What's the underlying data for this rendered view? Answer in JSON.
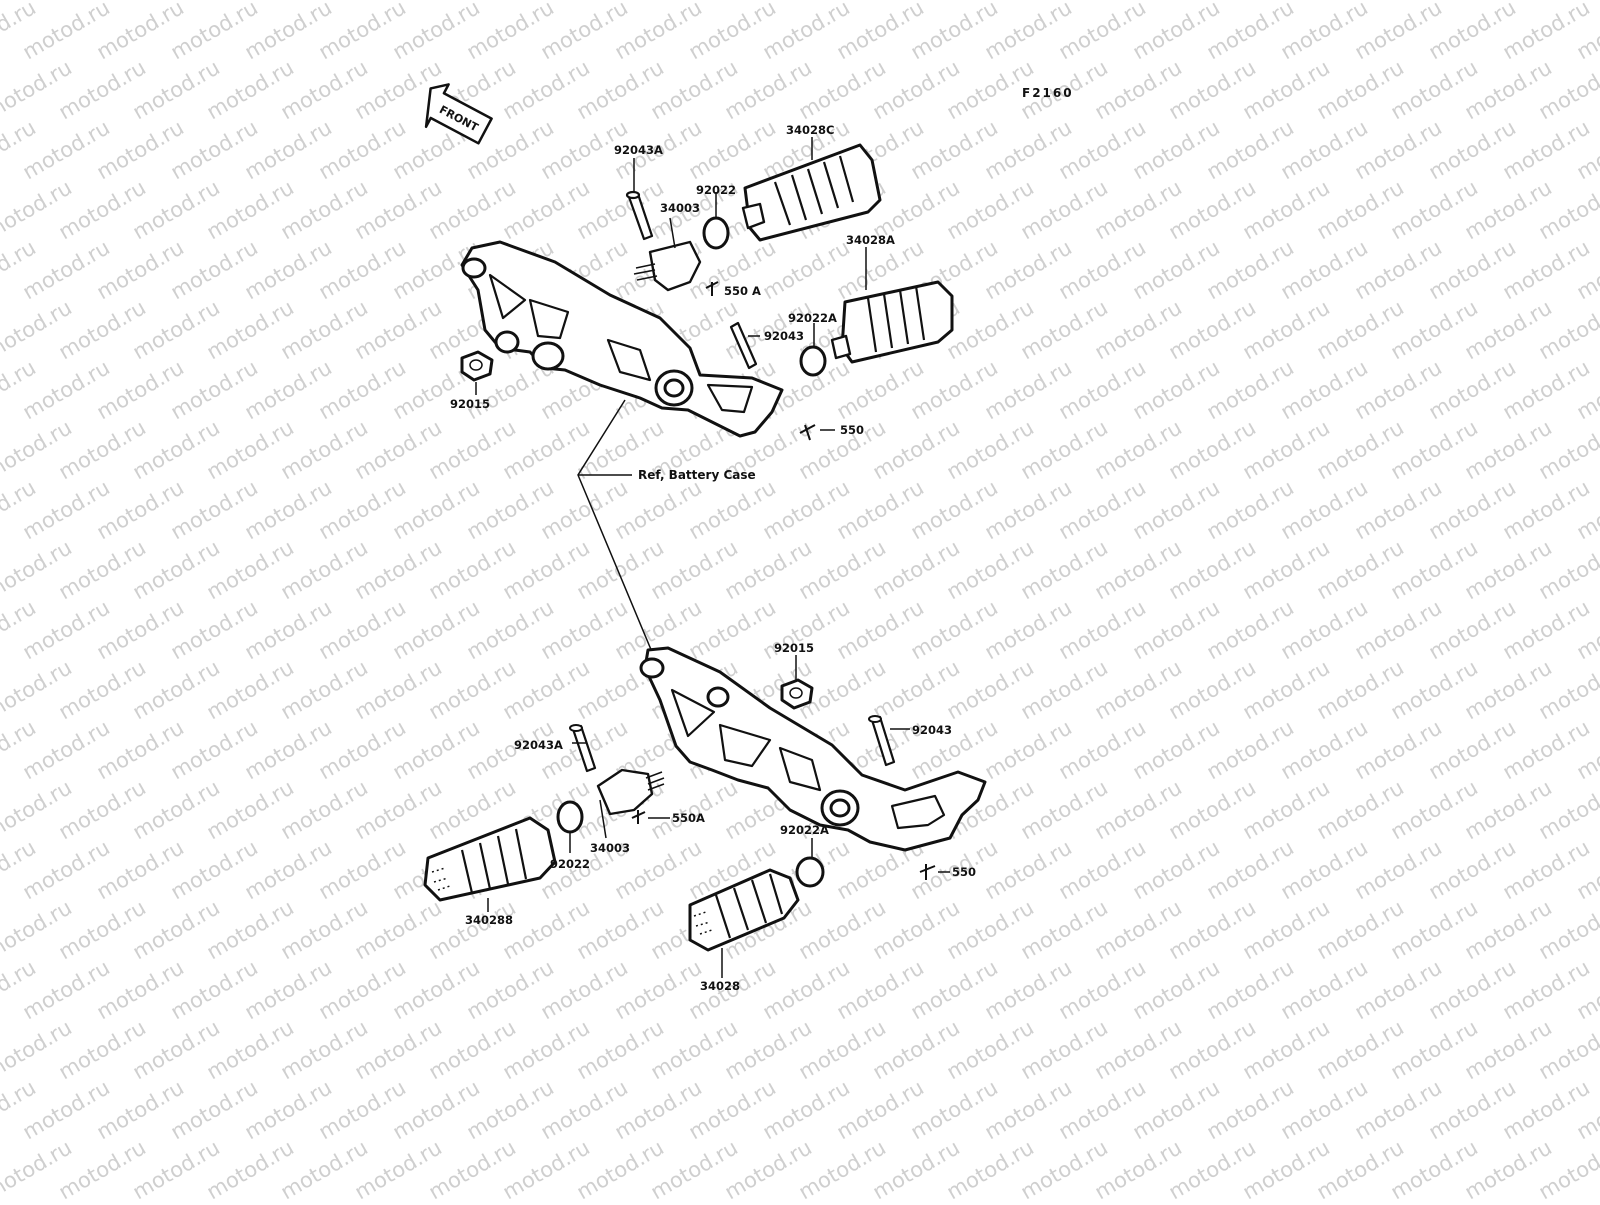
{
  "diagram": {
    "code": "F2160",
    "front_arrow_label": "FRONT",
    "reference_label": "Ref, Battery Case",
    "watermark_text": "motod.ru",
    "parts": [
      {
        "id": "p1",
        "label": "92043A"
      },
      {
        "id": "p2",
        "label": "34003"
      },
      {
        "id": "p3",
        "label": "92022"
      },
      {
        "id": "p4",
        "label": "34028C"
      },
      {
        "id": "p5",
        "label": "550 A"
      },
      {
        "id": "p6",
        "label": "34028A"
      },
      {
        "id": "p7",
        "label": "92022A"
      },
      {
        "id": "p8",
        "label": "92043"
      },
      {
        "id": "p9",
        "label": "92015"
      },
      {
        "id": "p10",
        "label": "550"
      },
      {
        "id": "p11",
        "label": "92015"
      },
      {
        "id": "p12",
        "label": "92043"
      },
      {
        "id": "p13",
        "label": "92043A"
      },
      {
        "id": "p14",
        "label": "550A"
      },
      {
        "id": "p15",
        "label": "92022A"
      },
      {
        "id": "p16",
        "label": "92022"
      },
      {
        "id": "p17",
        "label": "34003"
      },
      {
        "id": "p18",
        "label": "550"
      },
      {
        "id": "p19",
        "label": "340288"
      },
      {
        "id": "p20",
        "label": "34028"
      }
    ]
  }
}
